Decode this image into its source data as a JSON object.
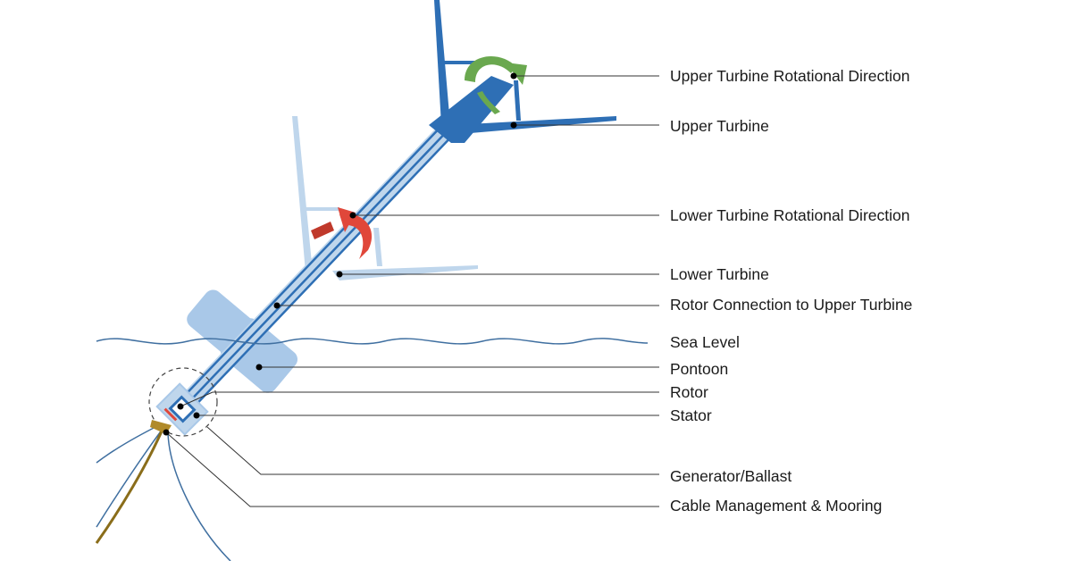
{
  "labels": {
    "upper_turbine_rotational_direction": "Upper Turbine Rotational Direction",
    "upper_turbine": "Upper Turbine",
    "lower_turbine_rotational_direction": "Lower Turbine Rotational Direction",
    "lower_turbine": "Lower Turbine",
    "rotor_connection": "Rotor Connection to Upper Turbine",
    "sea_level": "Sea Level",
    "pontoon": "Pontoon",
    "rotor": "Rotor",
    "stator": "Stator",
    "generator_ballast": "Generator/Ballast",
    "cable_mooring": "Cable Management & Mooring"
  },
  "colors": {
    "upper_turbine": "#2e6fb5",
    "lower_turbine": "#bfd6ec",
    "upper_rotation_arrow": "#6aa84f",
    "lower_rotation_arrow": "#e0473a",
    "pontoon": "#a9c8e8",
    "sea_level": "#3f6fa0",
    "mooring_cable": "#3f6fa0",
    "power_cable": "#8a6d1a",
    "leader_line": "#333333"
  }
}
